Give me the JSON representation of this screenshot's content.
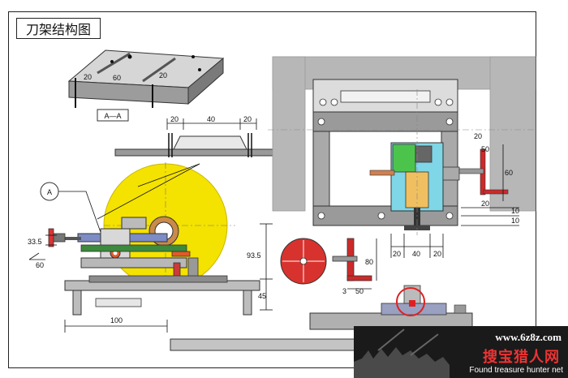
{
  "title": "刀架结构图",
  "section_label": "A—A",
  "callout_label": "A",
  "dims": {
    "top_20a": "20",
    "top_60": "60",
    "top_20b": "20",
    "mid_20a": "20",
    "mid_40": "40",
    "mid_20b": "20",
    "left_33_5": "33.5",
    "left_60": "60",
    "h_93_5": "93.5",
    "h_45": "45",
    "w_100": "100",
    "bkt_80": "80",
    "bkt_3": "3",
    "bkt_50": "50",
    "right_20_top": "20",
    "right_50": "50",
    "right_60": "60",
    "right_20_mid": "20",
    "right_10a": "10",
    "right_10b": "10",
    "bot_20a": "20",
    "bot_40": "40",
    "bot_20b": "20"
  },
  "watermark": {
    "url": "www.6z8z.com",
    "brand": "搜宝猎人网",
    "sub": "Found treasure hunter net"
  }
}
